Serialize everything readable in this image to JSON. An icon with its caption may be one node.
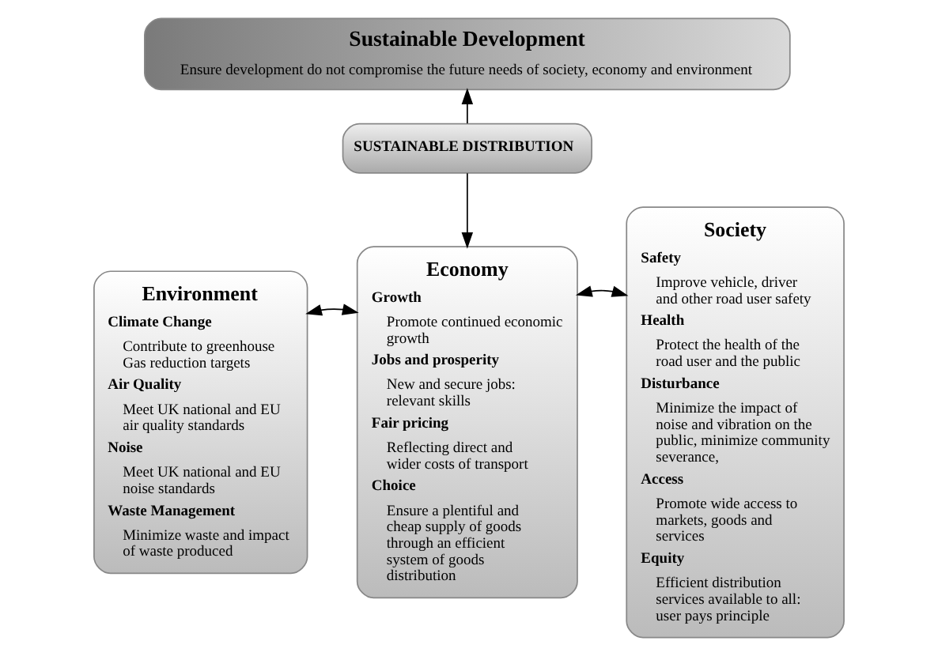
{
  "diagram": {
    "nodes": [
      {
        "text": [
          "Sustainable Development",
          "Ensure development do not compromise the future needs of society, economy and environment"
        ]
      },
      {
        "text": [
          "SUSTAINABLE DISTRIBUTION"
        ]
      },
      {
        "text": [
          "Environment",
          "Climate Change",
          "Contribute to greenhouse Gas reduction targets",
          "Air Quality",
          "Meet UK national and EU air quality standards",
          "Noise",
          "Meet UK national and EU noise standards",
          "Waste Management",
          "Minimize waste and impact of waste produced"
        ]
      },
      {
        "text": [
          "Economy",
          "Growth",
          "Promote continued economic growth",
          "Jobs and prosperity",
          "New and secure jobs: relevant skills",
          "Fair pricing",
          "Reflecting direct and wider costs of transport",
          "Choice",
          "Ensure a plentiful and cheap supply of goods through an efficient system of goods distribution"
        ]
      },
      {
        "text": [
          "Society",
          "Safety",
          "Improve vehicle, driver and other road user safety",
          "Health",
          "Protect the health of the road user and the public",
          "Disturbance",
          "Minimize the impact of noise and vibration on the public, minimize community severance,",
          "Access",
          "Promote wide access to markets, goods and services",
          "Equity",
          "Efficient distribution services available to all: user pays principle"
        ]
      }
    ],
    "edges": [
      {
        "from": 1,
        "to": 0,
        "arrow": "to"
      },
      {
        "from": 1,
        "to": 3,
        "arrow": "to"
      },
      {
        "from": 3,
        "to": 2,
        "arrow": "both"
      },
      {
        "from": 3,
        "to": 4,
        "arrow": "both"
      }
    ]
  }
}
